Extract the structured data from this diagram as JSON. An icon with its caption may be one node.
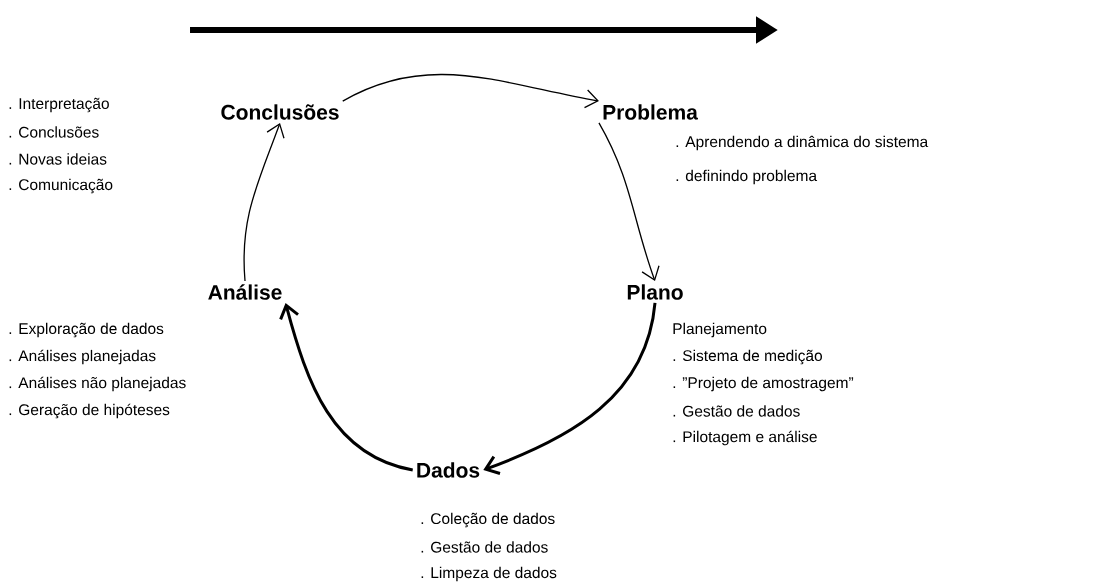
{
  "diagram": {
    "nodes": [
      {
        "text": [
          "Conclusões"
        ],
        "beside": [
          ". Interpretação",
          ". Conclusões",
          ". Novas ideias",
          ". Comunicação"
        ]
      },
      {
        "text": [
          "Problema"
        ],
        "beside": [
          ". Aprendendo a dinâmica do sistema",
          ". definindo problema"
        ]
      },
      {
        "text": [
          "Plano"
        ],
        "beside": [
          "Planejamento",
          ". Sistema de medição",
          ". ”Projeto de amostragem”",
          ". Gestão de dados",
          ". Pilotagem e análise"
        ]
      },
      {
        "text": [
          "Dados"
        ],
        "beside": [
          ". Coleção de dados",
          ". Gestão de dados",
          ". Limpeza de dados"
        ]
      },
      {
        "text": [
          "Análise"
        ],
        "beside": [
          ". Exploração de dados",
          ". Análises planejadas",
          ". Análises não planejadas",
          ". Geração de hipóteses"
        ]
      }
    ],
    "edges": [
      {
        "from": 0,
        "to": 1,
        "arrow": "to"
      },
      {
        "from": 1,
        "to": 2,
        "arrow": "to"
      },
      {
        "from": 2,
        "to": 3,
        "arrow": "to",
        "style": "thick"
      },
      {
        "from": 3,
        "to": 4,
        "arrow": "to",
        "style": "thick"
      },
      {
        "from": 4,
        "to": 0,
        "arrow": "to"
      }
    ]
  }
}
